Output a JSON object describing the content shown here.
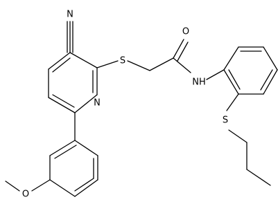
{
  "molecule": {
    "atom_labels": {
      "nitrogen_nitrile": "N",
      "nitrogen_pyridine": "N",
      "sulfur_thioether": "S",
      "oxygen_carbonyl": "O",
      "amide_nh": "NH",
      "sulfur_propyl": "S",
      "oxygen_methoxy": "O"
    }
  }
}
